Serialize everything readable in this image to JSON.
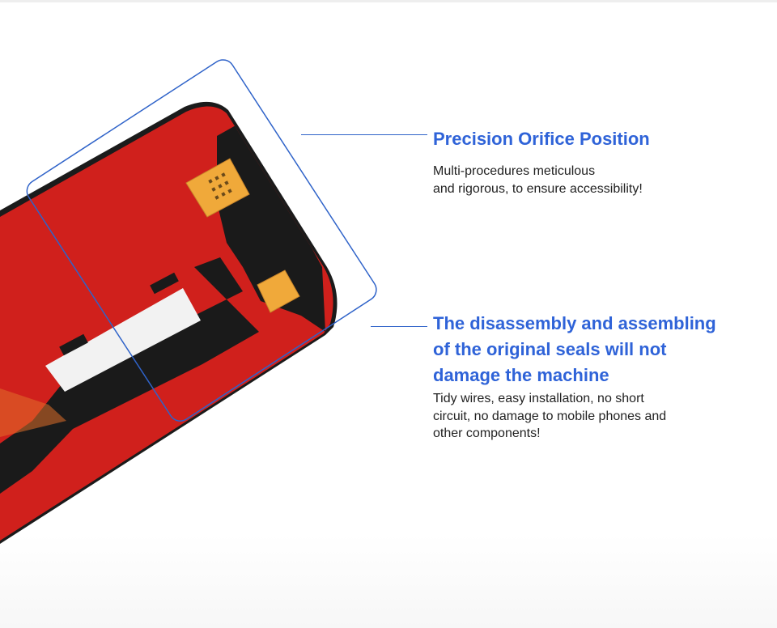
{
  "colors": {
    "accent": "#2f63d8",
    "panel_red": "#d0201c",
    "panel_black": "#1a1a1a",
    "flex_orange": "#f0a93a"
  },
  "features": [
    {
      "title_lines": [
        "Precision Orifice Position"
      ],
      "text_lines": [
        "Multi-procedures meticulous",
        "and rigorous, to ensure accessibility!"
      ]
    },
    {
      "title_lines": [
        "The disassembly and assembling",
        "of the original seals will not",
        "damage the machine"
      ],
      "text_lines": [
        "Tidy wires, easy installation, no short",
        "circuit, no damage to mobile phones and",
        "other components!"
      ]
    }
  ]
}
